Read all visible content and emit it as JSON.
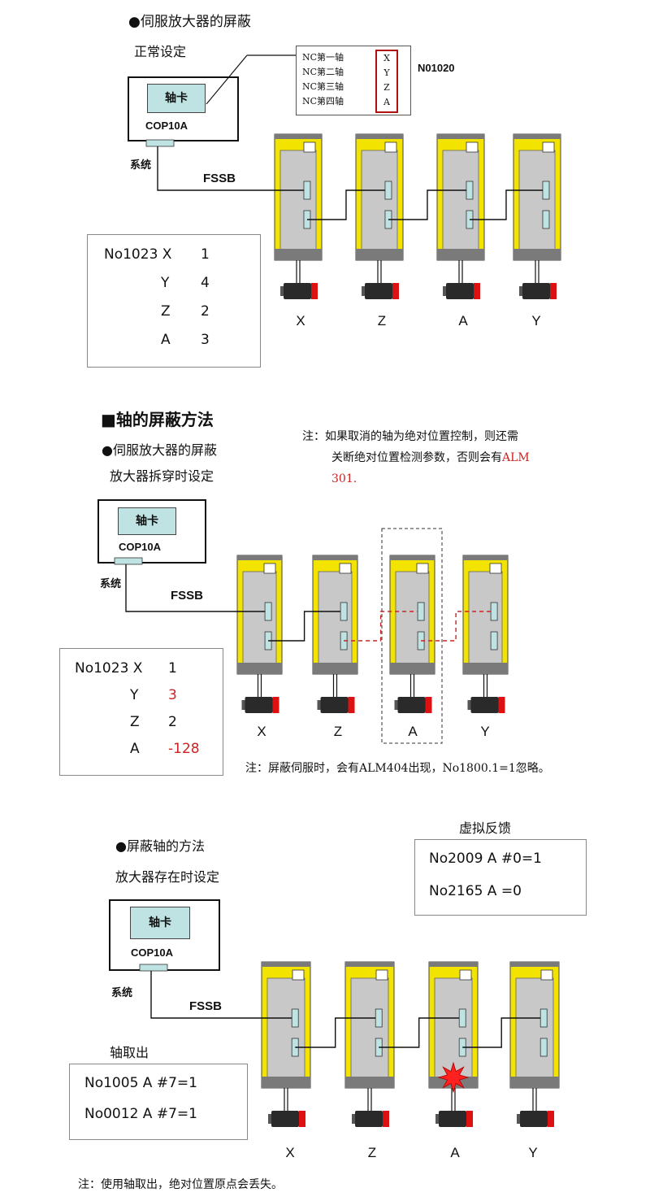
{
  "section1": {
    "heading": "●伺服放大器的屏蔽",
    "subheading": "正常设定",
    "axis_card": "轴卡",
    "connector": "COP10A",
    "system": "系统",
    "fssb": "FSSB",
    "nc_axes": [
      {
        "label": "NC第一轴",
        "axis": "X"
      },
      {
        "label": "NC第二轴",
        "axis": "Y"
      },
      {
        "label": "NC第三轴",
        "axis": "Z"
      },
      {
        "label": "NC第四轴",
        "axis": "A"
      }
    ],
    "param_no": "N01020",
    "table_title": "No1023 X",
    "table": [
      {
        "axis": "X",
        "value": "1"
      },
      {
        "axis": "Y",
        "value": "4"
      },
      {
        "axis": "Z",
        "value": "2"
      },
      {
        "axis": "A",
        "value": "3"
      }
    ],
    "amp_labels": [
      "X",
      "Z",
      "A",
      "Y"
    ]
  },
  "section2": {
    "heading": "■轴的屏蔽方法",
    "line1": "●伺服放大器的屏蔽",
    "line2": "放大器拆穿时设定",
    "note_top_1": "注：如果取消的轴为绝对位置控制，则还需",
    "note_top_2": "关断绝对位置检测参数，否则会有",
    "note_top_alm": "ALM",
    "note_top_3": "301.",
    "axis_card": "轴卡",
    "connector": "COP10A",
    "system": "系统",
    "fssb": "FSSB",
    "table_title": "No1023 X",
    "table": [
      {
        "axis": "X",
        "value": "1"
      },
      {
        "axis": "Y",
        "value": "3"
      },
      {
        "axis": "Z",
        "value": "2"
      },
      {
        "axis": "A",
        "value": "-128"
      }
    ],
    "amp_labels": [
      "X",
      "Z",
      "A",
      "Y"
    ],
    "note_bottom": "注：屏蔽伺服时，会有ALM404出现，No1800.1=1忽略。",
    "highlight_color": "#cc2222"
  },
  "section3": {
    "line1": "●屏蔽轴的方法",
    "line2": "放大器存在时设定",
    "virtual_title": "虚拟反馈",
    "virtual_params": [
      "No2009 A #0=1",
      "No2165 A =0"
    ],
    "axis_card": "轴卡",
    "connector": "COP10A",
    "system": "系统",
    "fssb": "FSSB",
    "removal_title": "轴取出",
    "removal_params": [
      "No1005 A #7=1",
      "No0012 A #7=1"
    ],
    "amp_labels": [
      "X",
      "Z",
      "A",
      "Y"
    ],
    "note_bottom": "注：使用轴取出，绝对位置原点会丢失。"
  },
  "colors": {
    "amp_yellow": "#f2e300",
    "amp_body": "#c8c8c8",
    "amp_dark": "#7a7a7a",
    "card_cyan": "#bfe3e3",
    "motor_red": "#dd1111",
    "alarm_red": "#ff2020"
  }
}
